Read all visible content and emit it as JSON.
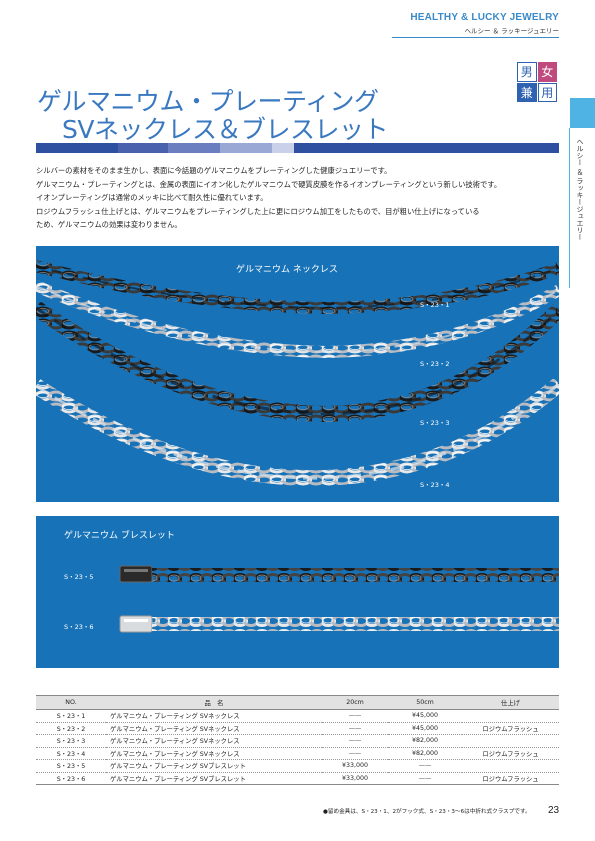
{
  "header": {
    "brand": "HEALTHY & LUCKY JEWELRY",
    "brand_sub": "ヘルシー ＆ ラッキージュエリー"
  },
  "title": {
    "line1": "ゲルマニウム・プレーティング",
    "line2": "SVネックレス＆ブレスレット"
  },
  "badge": {
    "male": "男",
    "female": "女",
    "ken": "兼",
    "you": "用"
  },
  "side_tab": "ヘルシー ＆ ラッキージュエリー",
  "intro": [
    "シルバーの素材をそのまま生かし、表面に今話題のゲルマニウムをプレーティングした健康ジュエリーです。",
    "ゲルマニウム・プレーティングとは、金属の表面にイオン化したゲルマニウムで硬質皮膜を作るイオンプレーティングという新しい技術です。",
    "イオンプレーティングは通常のメッキに比べて耐久性に優れています。",
    "ロジウムフラッシュ仕上げとは、ゲルマニウムをプレーティングした上に更にロジウム加工をしたもので、目が粗い仕上げになっている",
    "ため、ゲルマニウムの効果は変わりません。"
  ],
  "necklace_panel": {
    "label": "ゲルマニウム ネックレス",
    "codes": [
      "S・23・1",
      "S・23・2",
      "S・23・3",
      "S・23・4"
    ]
  },
  "bracelet_panel": {
    "label": "ゲルマニウム ブレスレット",
    "codes": [
      "S・23・5",
      "S・23・6"
    ]
  },
  "table": {
    "headers": [
      "NO.",
      "品　名",
      "20cm",
      "50cm",
      "仕上げ"
    ],
    "rows": [
      [
        "S・23・1",
        "ゲルマニウム・プレーティング SVネックレス",
        "——",
        "¥45,000",
        ""
      ],
      [
        "S・23・2",
        "ゲルマニウム・プレーティング SVネックレス",
        "——",
        "¥45,000",
        "ロジウムフラッシュ"
      ],
      [
        "S・23・3",
        "ゲルマニウム・プレーティング SVネックレス",
        "——",
        "¥82,000",
        ""
      ],
      [
        "S・23・4",
        "ゲルマニウム・プレーティング SVネックレス",
        "——",
        "¥82,000",
        "ロジウムフラッシュ"
      ],
      [
        "S・23・5",
        "ゲルマニウム・プレーティング SVブレスレット",
        "¥33,000",
        "——",
        ""
      ],
      [
        "S・23・6",
        "ゲルマニウム・プレーティング SVブレスレット",
        "¥33,000",
        "——",
        "ロジウムフラッシュ"
      ]
    ]
  },
  "footnote": "●留め金具は、S・23・1、2がフック式、S・23・3〜6は中折れ式クラスプです。",
  "page_number": "23",
  "colors": {
    "accent": "#3a78c0",
    "panel": "#1872b8",
    "female": "#c04a7e"
  }
}
